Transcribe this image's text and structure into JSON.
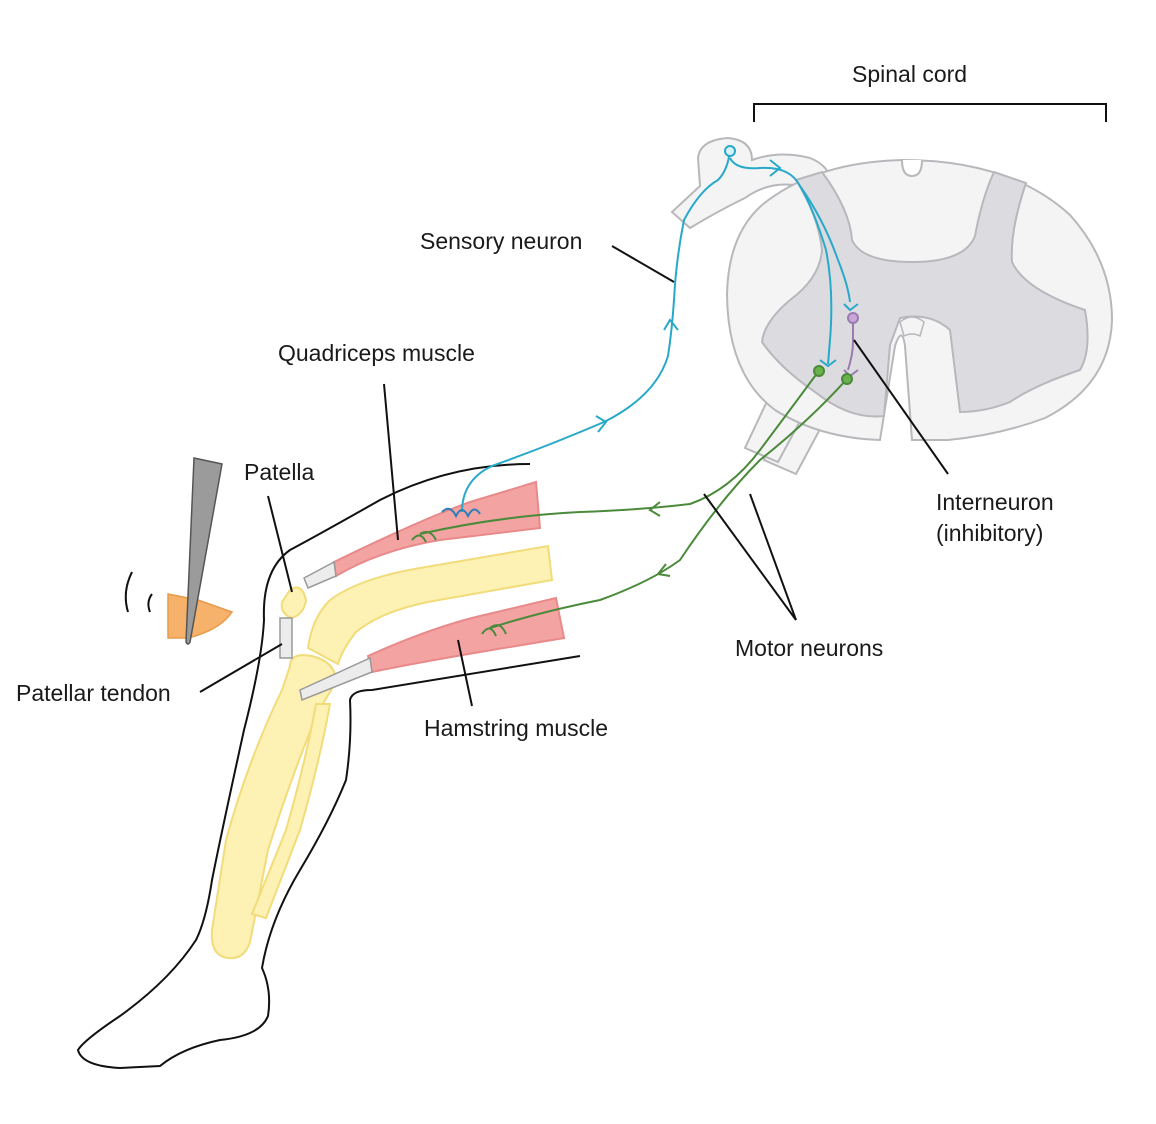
{
  "labels": {
    "spinal_cord": "Spinal cord",
    "sensory_neuron": "Sensory neuron",
    "quadriceps_muscle": "Quadriceps muscle",
    "patella": "Patella",
    "patellar_tendon": "Patellar tendon",
    "hamstring_muscle": "Hamstring muscle",
    "motor_neurons": "Motor neurons",
    "interneuron_line1": "Interneuron",
    "interneuron_line2": "(inhibitory)"
  },
  "colors": {
    "sensory_neuron": "#29a9c9",
    "motor_neuron": "#4a8a3a",
    "motor_soma": "#6ab04c",
    "interneuron": "#9a7bb0",
    "interneuron_soma": "#c9a6d9",
    "muscle_fill": "#f4a3a3",
    "muscle_stroke": "#e88a8a",
    "bone_fill": "#fdf1b4",
    "bone_stroke": "#f2dc7a",
    "grey_matter": "#dcdce0",
    "white_matter": "#f4f4f5",
    "cord_stroke": "#b8b8bc",
    "hammer_handle": "#9b9b9b",
    "hammer_head": "#f6b16a",
    "tendon_fill": "#ececec"
  }
}
